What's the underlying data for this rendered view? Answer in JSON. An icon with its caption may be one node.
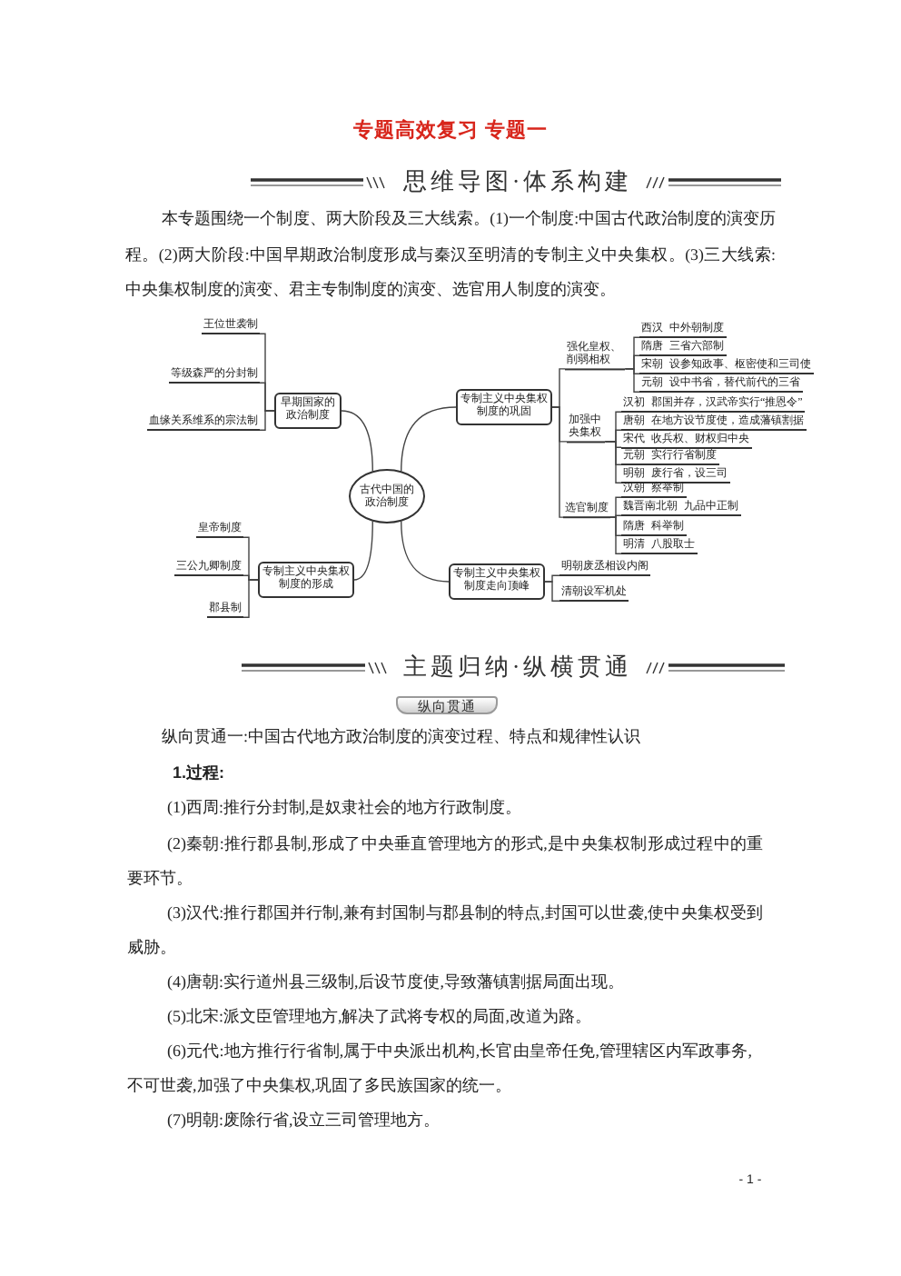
{
  "diagram": {
    "title": "专题高效复习 专题一",
    "nodes": [
      {
        "text": [
          "古代中国的政治制度"
        ]
      },
      {
        "text": [
          "早期国家的政治制度"
        ]
      },
      {
        "text": [
          "王位世袭制"
        ]
      },
      {
        "text": [
          "等级森严的分封制"
        ]
      },
      {
        "text": [
          "血缘关系维系的宗法制"
        ]
      },
      {
        "text": [
          "专制主义中央集权制度的形成"
        ]
      },
      {
        "text": [
          "皇帝制度"
        ]
      },
      {
        "text": [
          "三公九卿制度"
        ]
      },
      {
        "text": [
          "郡县制"
        ]
      },
      {
        "text": [
          "专制主义中央集权制度的巩固"
        ]
      },
      {
        "text": [
          "强化皇权、削弱相权"
        ]
      },
      {
        "text": [
          "西汉 中外朝制度"
        ]
      },
      {
        "text": [
          "隋唐 三省六部制"
        ]
      },
      {
        "text": [
          "宋朝 设参知政事、枢密使和三司使"
        ]
      },
      {
        "text": [
          "元朝 设中书省，替代前代的三省"
        ]
      },
      {
        "text": [
          "加强中央集权"
        ]
      },
      {
        "text": [
          "汉初 郡国并存，汉武帝实行“推恩令”"
        ]
      },
      {
        "text": [
          "唐朝 在地方设节度使，造成藩镇割据"
        ]
      },
      {
        "text": [
          "宋代 收兵权、财权归中央"
        ]
      },
      {
        "text": [
          "元朝 实行行省制度"
        ]
      },
      {
        "text": [
          "明朝 废行省，设三司"
        ]
      },
      {
        "text": [
          "选官制度"
        ]
      },
      {
        "text": [
          "汉朝 察举制"
        ]
      },
      {
        "text": [
          "魏晋南北朝 九品中正制"
        ]
      },
      {
        "text": [
          "隋唐 科举制"
        ]
      },
      {
        "text": [
          "明清 八股取士"
        ]
      },
      {
        "text": [
          "专制主义中央集权制度走向顶峰"
        ]
      },
      {
        "text": [
          "明朝废丞相设内阁"
        ]
      },
      {
        "text": [
          "清朝设军机处"
        ]
      },
      {
        "text": [
          "纵向贯通"
        ]
      }
    ],
    "edges": [
      {
        "from": 0,
        "to": 1,
        "arrow": "none"
      },
      {
        "from": 1,
        "to": 2,
        "arrow": "none"
      },
      {
        "from": 1,
        "to": 3,
        "arrow": "none"
      },
      {
        "from": 1,
        "to": 4,
        "arrow": "none"
      },
      {
        "from": 0,
        "to": 5,
        "arrow": "none"
      },
      {
        "from": 5,
        "to": 6,
        "arrow": "none"
      },
      {
        "from": 5,
        "to": 7,
        "arrow": "none"
      },
      {
        "from": 5,
        "to": 8,
        "arrow": "none"
      },
      {
        "from": 0,
        "to": 9,
        "arrow": "none"
      },
      {
        "from": 9,
        "to": 10,
        "arrow": "none"
      },
      {
        "from": 10,
        "to": 11,
        "arrow": "none"
      },
      {
        "from": 10,
        "to": 12,
        "arrow": "none"
      },
      {
        "from": 10,
        "to": 13,
        "arrow": "none"
      },
      {
        "from": 10,
        "to": 14,
        "arrow": "none"
      },
      {
        "from": 9,
        "to": 15,
        "arrow": "none"
      },
      {
        "from": 15,
        "to": 16,
        "arrow": "none"
      },
      {
        "from": 15,
        "to": 17,
        "arrow": "none"
      },
      {
        "from": 15,
        "to": 18,
        "arrow": "none"
      },
      {
        "from": 15,
        "to": 19,
        "arrow": "none"
      },
      {
        "from": 15,
        "to": 20,
        "arrow": "none"
      },
      {
        "from": 9,
        "to": 21,
        "arrow": "none"
      },
      {
        "from": 21,
        "to": 22,
        "arrow": "none"
      },
      {
        "from": 21,
        "to": 23,
        "arrow": "none"
      },
      {
        "from": 21,
        "to": 24,
        "arrow": "none"
      },
      {
        "from": 21,
        "to": 25,
        "arrow": "none"
      },
      {
        "from": 0,
        "to": 26,
        "arrow": "none"
      },
      {
        "from": 26,
        "to": 27,
        "arrow": "none"
      },
      {
        "from": 26,
        "to": 28,
        "arrow": "none"
      }
    ],
    "labels": [
      "思维导图·体系构建",
      "本专题围绕一个制度、两大阶段及三大线索。(1)一个制度:中国古代政治制度的演变历程。(2)两大阶段:中国早期政治制度形成与秦汉至明清的专制主义中央集权。(3)三大线索:中央集权制度的演变、君主专制制度的演变、选官用人制度的演变。",
      "主题归纳·纵横贯通",
      "纵向贯通一:中国古代地方政治制度的演变过程、特点和规律性认识",
      "1.过程:",
      "(1)西周:推行分封制,是奴隶社会的地方行政制度。",
      "(2)秦朝:推行郡县制,形成了中央垂直管理地方的形式,是中央集权制形成过程中的重要环节。",
      "(3)汉代:推行郡国并行制,兼有封国制与郡县制的特点,封国可以世袭,使中央集权受到威胁。",
      "(4)唐朝:实行道州县三级制,后设节度使,导致藩镇割据局面出现。",
      "(5)北宋:派文臣管理地方,解决了武将专权的局面,改道为路。",
      "(6)元代:地方推行行省制,属于中央派出机构,长官由皇帝任免,管理辖区内军政事务,不可世袭,加强了中央集权,巩固了多民族国家的统一。",
      "(7)明朝:废除行省,设立三司管理地方。",
      "- 1 -"
    ]
  }
}
